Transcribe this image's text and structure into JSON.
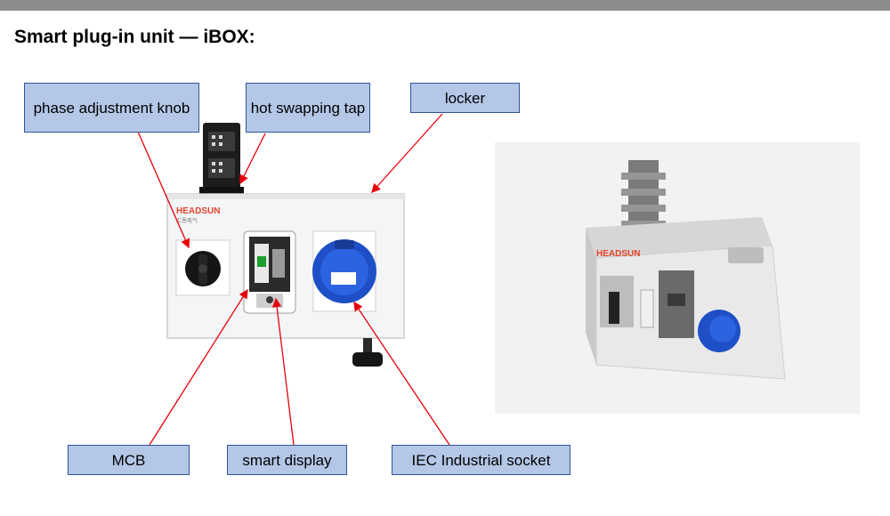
{
  "slide": {
    "title": "Smart plug-in unit — iBOX:"
  },
  "labels": {
    "phase_knob": "phase adjustment knob",
    "hot_swap": "hot swapping tap",
    "locker": "locker",
    "mcb": "MCB",
    "smart_display": "smart display",
    "iec_socket": "IEC Industrial socket"
  },
  "device": {
    "brand_front": "HEADSUN",
    "brand_front_sub": "汇恩电气",
    "brand_iso": "HEADSUN"
  },
  "colors": {
    "label_fill": "#b4c7e7",
    "label_border": "#2f5597",
    "arrow": "#e8000b",
    "brand": "#e3452c",
    "socket_blue": "#1f4fc7"
  }
}
